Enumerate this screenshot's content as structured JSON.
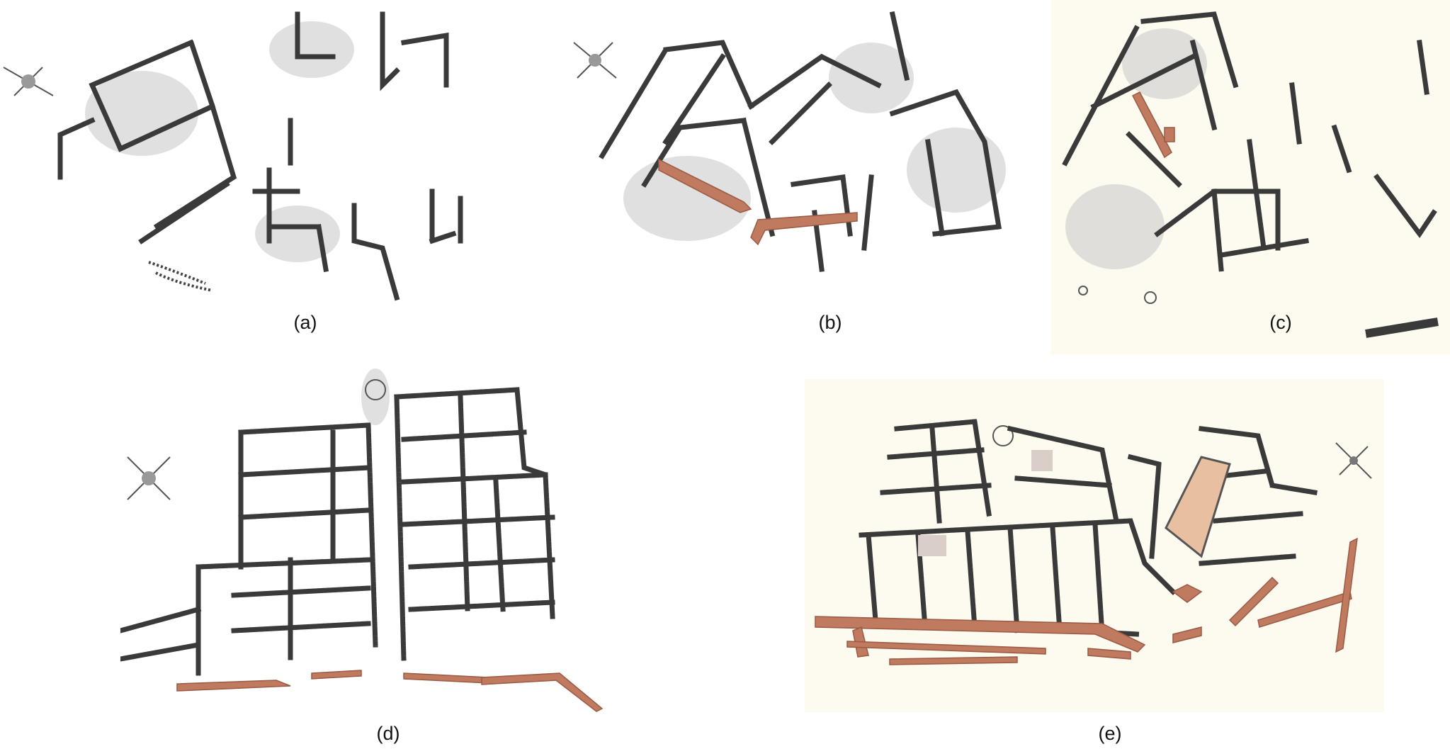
{
  "figure": {
    "panels": [
      {
        "id": "a",
        "caption": "(a)"
      },
      {
        "id": "b",
        "caption": "(b)"
      },
      {
        "id": "c",
        "caption": "(c)"
      },
      {
        "id": "d",
        "caption": "(d)"
      },
      {
        "id": "e",
        "caption": "(e)"
      }
    ],
    "colors": {
      "wall": "#3a3a3a",
      "highlight_wall": "#c07a5f",
      "paper_background": "#fdfbef",
      "highlight_room": "#e9bfa1"
    },
    "icons": [
      "north-arrow-compass-icon"
    ]
  }
}
